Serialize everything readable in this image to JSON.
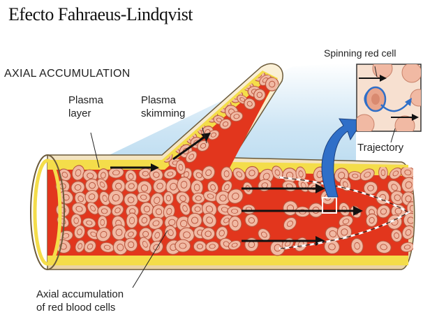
{
  "title": "Efecto Fahraeus-Lindqvist",
  "heading": "AXIAL ACCUMULATION",
  "labels": {
    "plasma_layer": [
      "Plasma",
      "layer"
    ],
    "plasma_skimming": [
      "Plasma",
      "skimming"
    ],
    "spinning_red_cell": "Spinning red cell",
    "trajectory": "Trajectory",
    "axial_accumulation": [
      "Axial accumulation",
      "of red blood cells"
    ]
  },
  "colors": {
    "plasma": "#f4dd4a",
    "blood": "#e2361d",
    "cell": "#f1b9a3",
    "cell_dark": "#b9573f",
    "wall": "#f6e7c4",
    "blue_arrow": "#2f6fc8"
  }
}
